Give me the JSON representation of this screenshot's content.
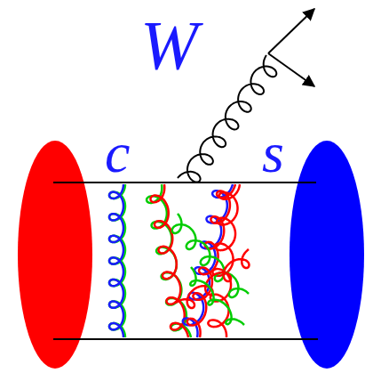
{
  "diagram": {
    "labels": [
      "W",
      "c",
      "s"
    ]
  }
}
